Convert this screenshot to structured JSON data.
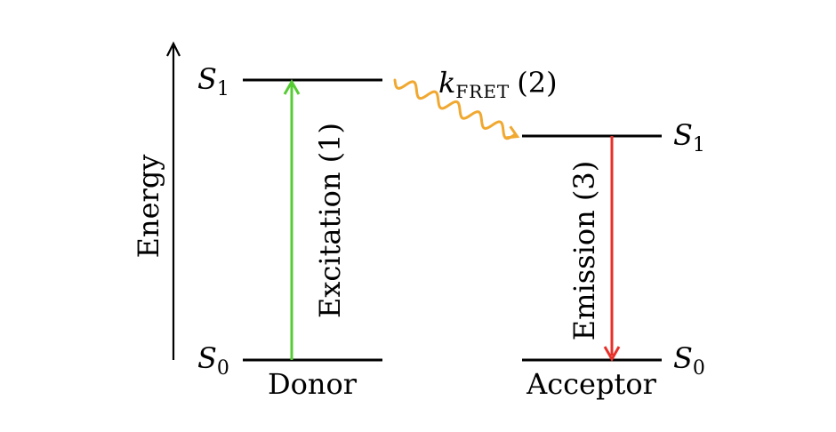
{
  "axis": {
    "label": "Energy"
  },
  "donor": {
    "label": "Donor",
    "upper_state": {
      "symbol": "S",
      "sub": "1"
    },
    "lower_state": {
      "symbol": "S",
      "sub": "0"
    }
  },
  "acceptor": {
    "label": "Acceptor",
    "upper_state": {
      "symbol": "S",
      "sub": "1"
    },
    "lower_state": {
      "symbol": "S",
      "sub": "0"
    }
  },
  "steps": {
    "excitation": {
      "label": "Excitation (1)",
      "color": "#55cc33"
    },
    "transfer": {
      "symbol": "k",
      "sub": "FRET",
      "suffix": "(2)",
      "color": "#f0a830"
    },
    "emission": {
      "label": "Emission (3)",
      "color": "#e8302a"
    }
  },
  "colors": {
    "level_line": "#000000"
  }
}
